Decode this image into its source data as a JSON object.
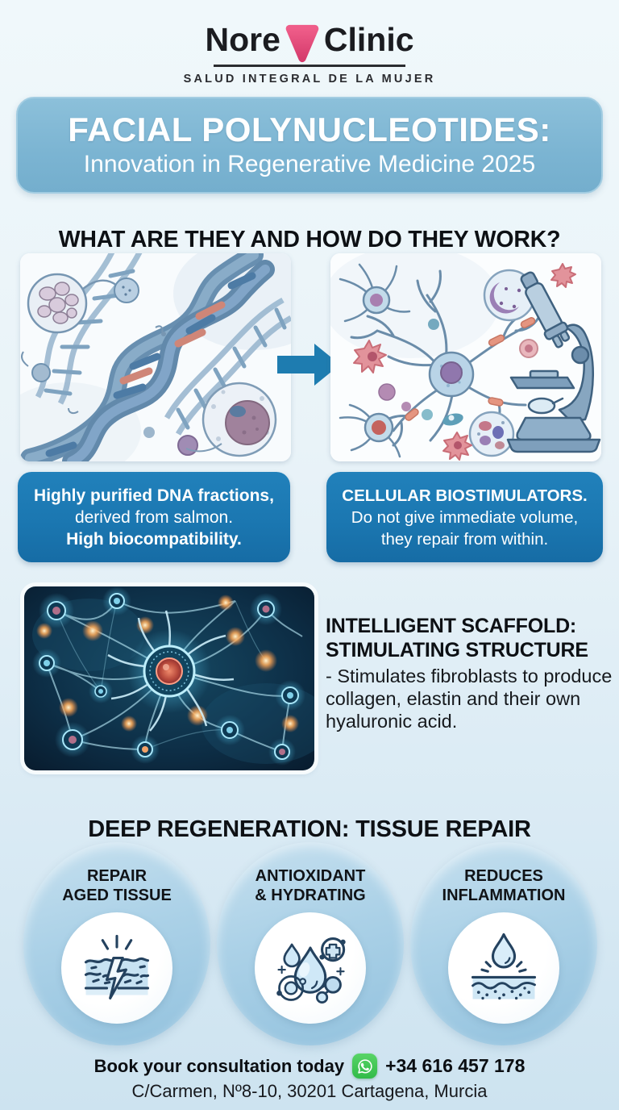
{
  "logo": {
    "name_left": "Nore",
    "name_right": "Clinic",
    "tagline": "SALUD INTEGRAL DE LA MUJER",
    "triangle_color": "#e0457b"
  },
  "banner": {
    "title": "FACIAL POLYNUCLEOTIDES:",
    "subtitle": "Innovation in Regenerative Medicine 2025",
    "bg_color": "#7bb4d2",
    "text_color": "#ffffff"
  },
  "how_section": {
    "heading": "WHAT ARE THEY AND HOW DO THEY WORK?",
    "box_color": "#1b77b1",
    "dna_caption": {
      "bold_lead": "Highly purified DNA fractions,",
      "regular": "derived from salmon.",
      "bold_tail": "High biocompatibility."
    },
    "biostim_caption": {
      "bold_lead": "CELLULAR BIOSTIMULATORS.",
      "regular": "Do not give immediate volume, they repair from within."
    }
  },
  "scaffold_section": {
    "heading_line1": "INTELLIGENT SCAFFOLD:",
    "heading_line2": "STIMULATING STRUCTURE",
    "body": "- Stimulates fibroblasts to produce collagen, elastin and their own hyaluronic acid."
  },
  "regeneration_section": {
    "heading": "DEEP REGENERATION: TISSUE REPAIR",
    "circle_color": "#a9d0e6",
    "benefits": [
      {
        "line1": "REPAIR",
        "line2": "AGED TISSUE",
        "icon": "cracked-skin-icon"
      },
      {
        "line1": "ANTIOXIDANT",
        "line2": "& HYDRATING",
        "icon": "hydration-molecules-icon"
      },
      {
        "line1": "REDUCES",
        "line2": "INFLAMMATION",
        "icon": "drop-over-skin-icon"
      }
    ]
  },
  "footer": {
    "cta": "Book your consultation today",
    "phone": "+34 616 457 178",
    "address": "C/Carmen, Nº8-10, 30201 Cartagena, Murcia",
    "whatsapp_color": "#40c351"
  },
  "icons": {
    "logo-triangle-icon": "pink inverted rounded triangle",
    "right-arrow-icon": "solid blue right arrow",
    "whatsapp-icon": "green rounded square with white handset bubble",
    "cracked-skin-icon": "skin layer block split by lightning crack with sparks",
    "hydration-molecules-icon": "water drops with medical cross circle, atom and molecules",
    "drop-over-skin-icon": "water drop radiating over skin layers with dots"
  }
}
